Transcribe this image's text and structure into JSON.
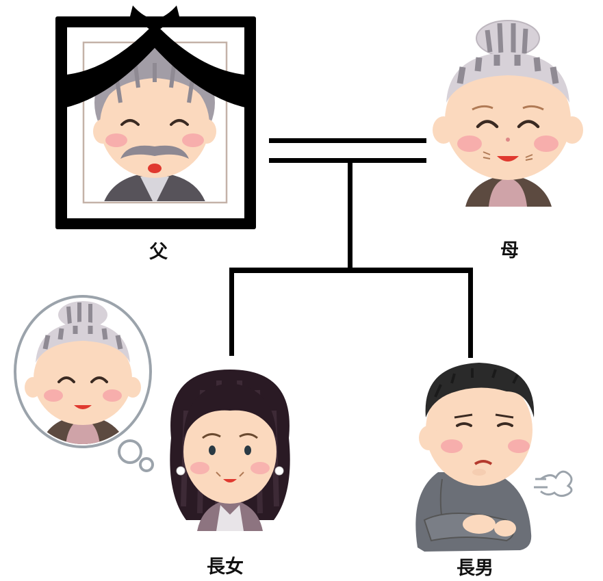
{
  "labels": {
    "father": "父",
    "mother": "母",
    "eldest_daughter": "長女",
    "eldest_son": "長男"
  },
  "colors": {
    "line": "#000000",
    "skin": "#fbd9be",
    "cheek": "#f6a3a8",
    "hair_gray": "#a29da6",
    "hair_black": "#2a2a2a",
    "sweater_gray": "#6b6f77",
    "frame_inner": "#c4b2a8"
  }
}
